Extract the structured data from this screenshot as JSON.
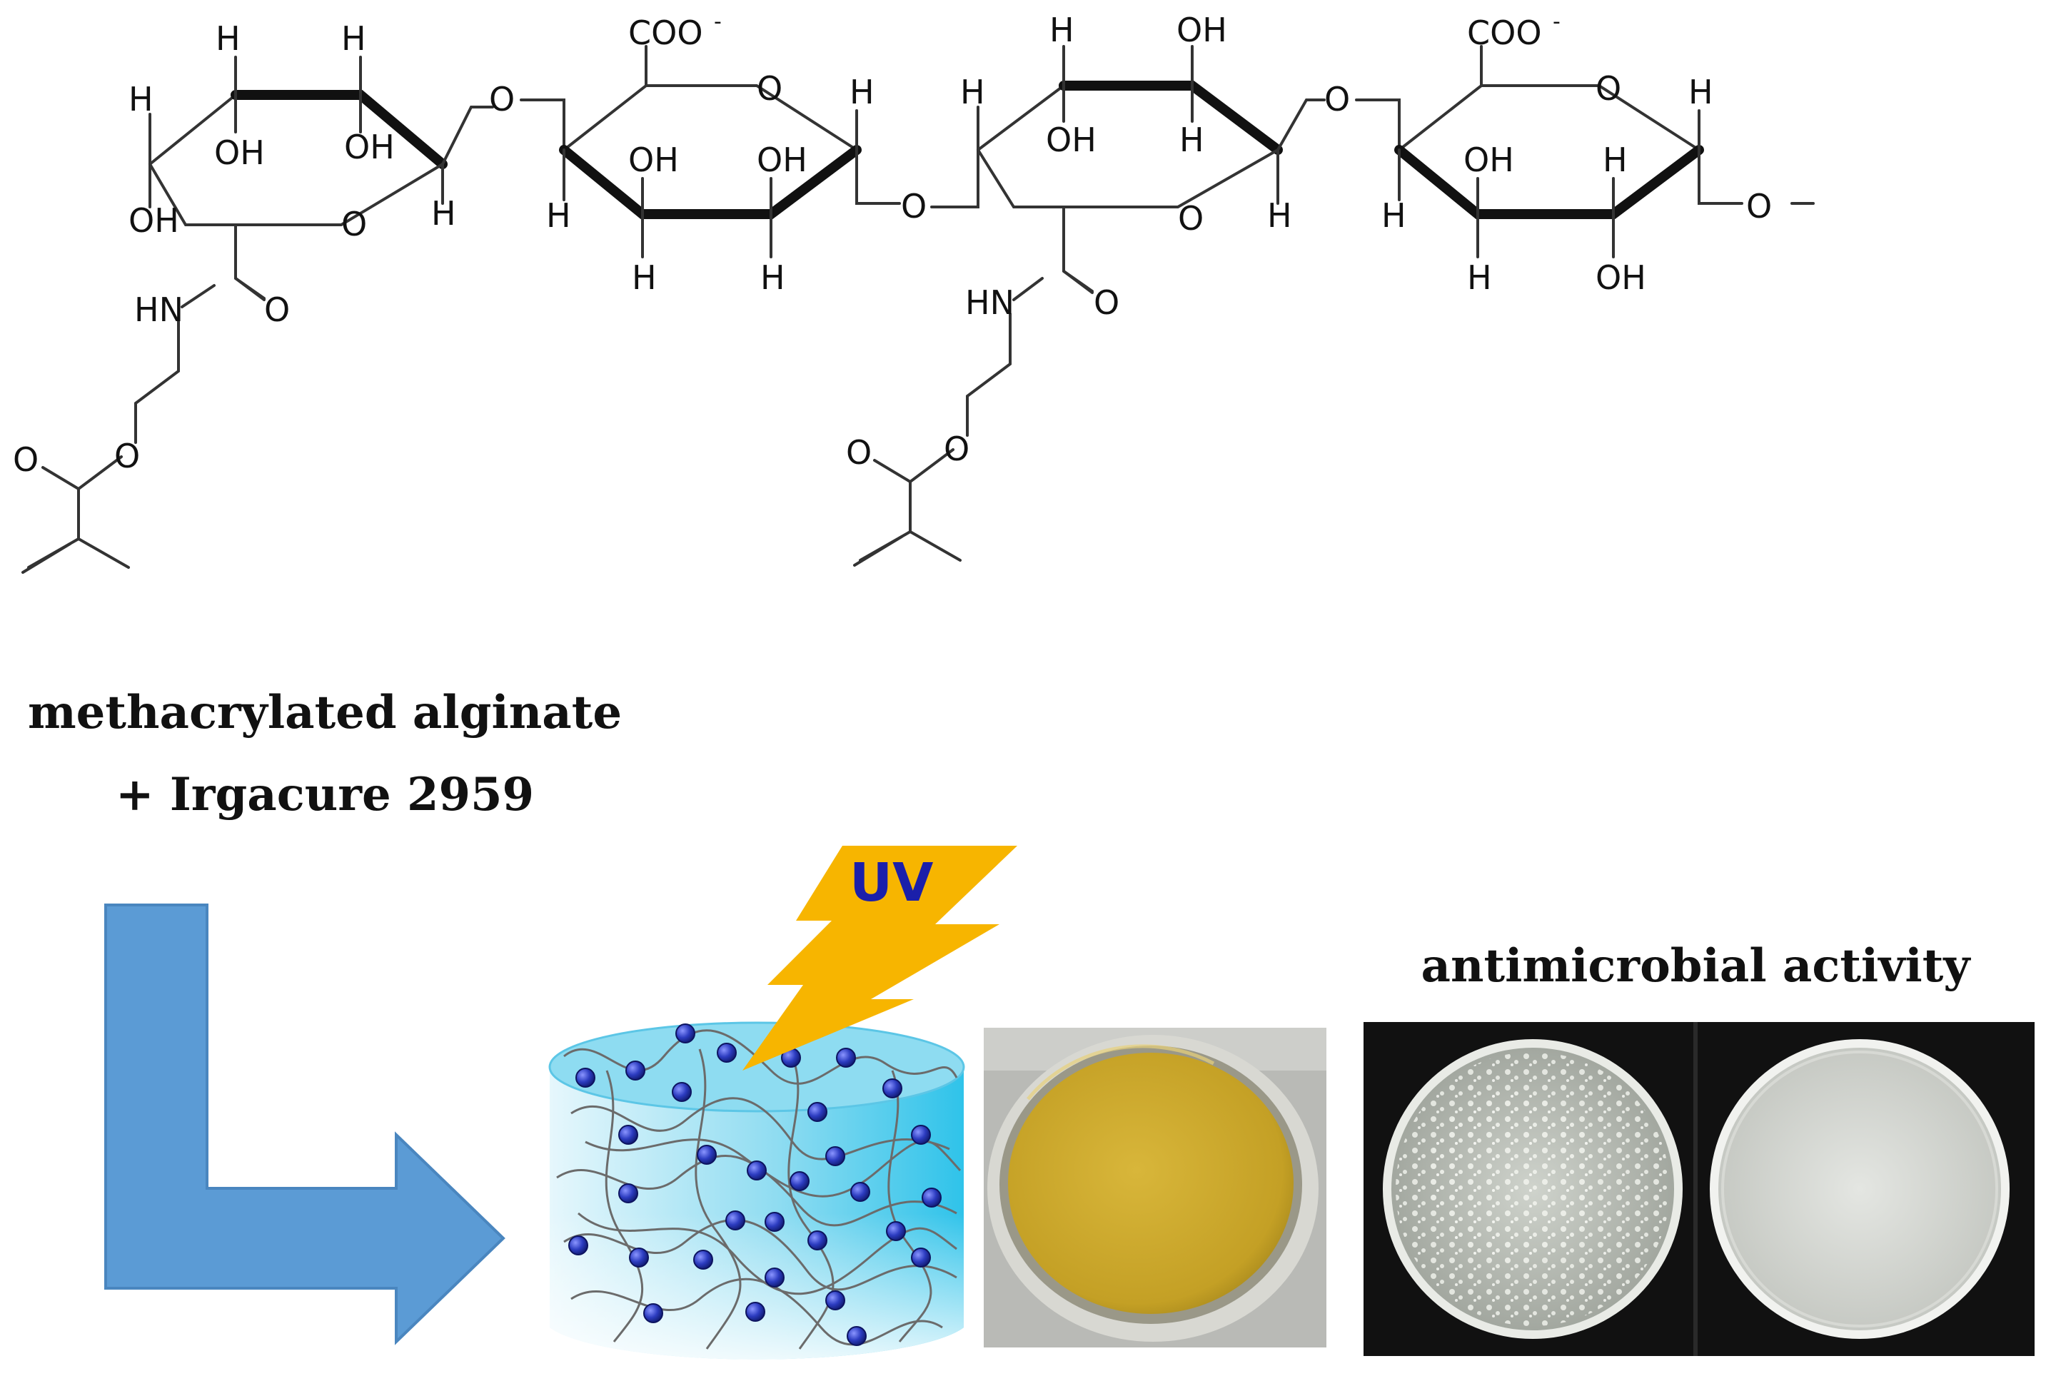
{
  "structure": {
    "repeat_units": [
      {
        "kind": "modified",
        "carboxyl": "",
        "h_top_a": "H",
        "h_top_b": "H",
        "h_left": "H",
        "oh_left": "OH",
        "oh_inner_a": "OH",
        "oh_inner_b": "OH",
        "ring_o": "O",
        "h_right": "H",
        "amide_n": "HN",
        "amide_o": "O",
        "ester_o": "O",
        "carbonyl_o": "O"
      },
      {
        "kind": "plain",
        "carboxyl": "COO",
        "charge": "-",
        "ring_o": "O",
        "h_anomeric": "H",
        "oh_a": "OH",
        "oh_b": "OH",
        "h_left": "H",
        "h_bottom_a": "H",
        "h_bottom_b": "H"
      },
      {
        "kind": "modified",
        "h_top_a": "H",
        "oh_top_b": "OH",
        "h_left": "H",
        "oh_inner_a": "OH",
        "h_inner_b": "H",
        "ring_o": "O",
        "h_right": "H",
        "amide_n": "HN",
        "amide_o": "O",
        "ester_o": "O",
        "carbonyl_o": "O"
      },
      {
        "kind": "plain",
        "carboxyl": "COO",
        "charge": "-",
        "ring_o": "O",
        "h_anomeric": "H",
        "oh_a": "OH",
        "h_b": "H",
        "h_left": "H",
        "h_bottom_a": "H",
        "oh_bottom_b": "OH"
      }
    ],
    "linker_oxygens": [
      "O",
      "O",
      "O",
      "O"
    ]
  },
  "captions": {
    "material_line1": "methacrylated alginate",
    "material_line2": "+ Irgacure 2959",
    "uv": "UV",
    "activity": "antimicrobial activity"
  },
  "colors": {
    "arrow": "#5b9bd5",
    "arrow_edge": "#4a86bf",
    "bolt": "#f7b500",
    "uv_text": "#1b1faa",
    "hydrogel": "#6fd4ee",
    "hydrogel_light": "#dff5fb",
    "bead": "#1f2f9e",
    "plate_dark_bg": "#111111",
    "plate_yellow": "#c9a52a",
    "plate_gray": "#c8cbc6"
  }
}
